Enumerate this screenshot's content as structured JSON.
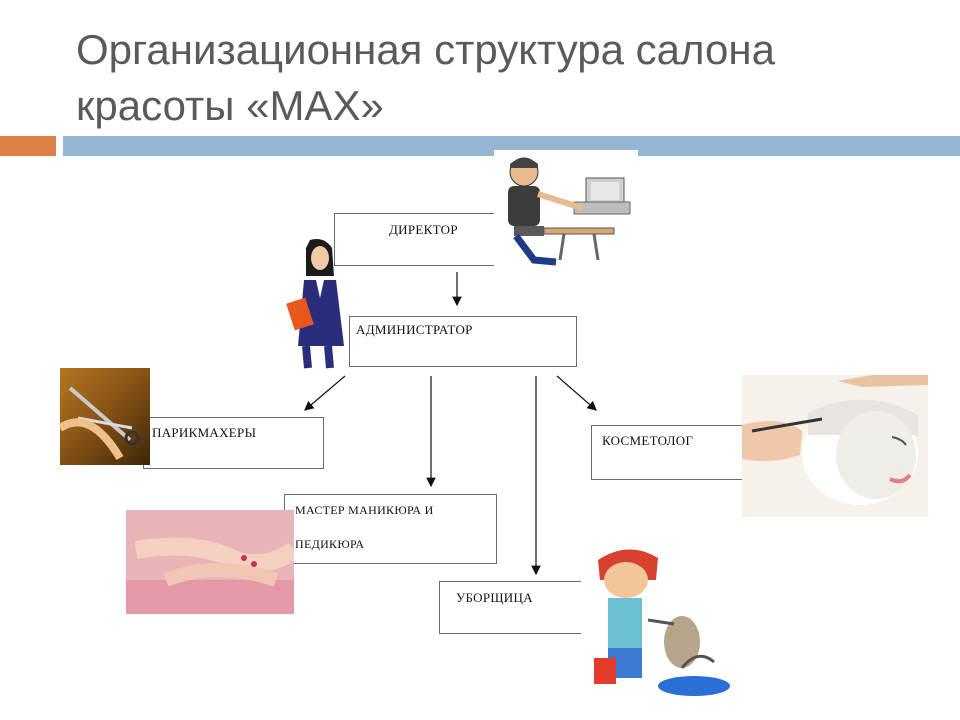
{
  "slide": {
    "title_line1": "Организационная структура салона",
    "title_line2": "красоты «МАХ»"
  },
  "org_chart": {
    "director": "ДИРЕКТОР",
    "administrator": "АДМИНИСТРАТОР",
    "hairdressers": "ПАРИКМАХЕРЫ",
    "manicure_line1": "МАСТЕР МАНИКЮРА И",
    "manicure_line2": "ПЕДИКЮРА",
    "cleaner": "УБОРЩИЦА",
    "cosmetologist": "КОСМЕТОЛОГ"
  },
  "colors": {
    "accent_orange": "#dd8047",
    "accent_blue": "#94b6d2",
    "title_text": "#5a5a5a"
  },
  "illustrations": [
    "office-worker-at-computer-icon",
    "businesswoman-with-folder-icon",
    "scissors-cutting-hair-photo",
    "manicure-hands-photo",
    "cleaning-lady-with-vacuum-icon",
    "facial-mask-cosmetology-photo"
  ]
}
